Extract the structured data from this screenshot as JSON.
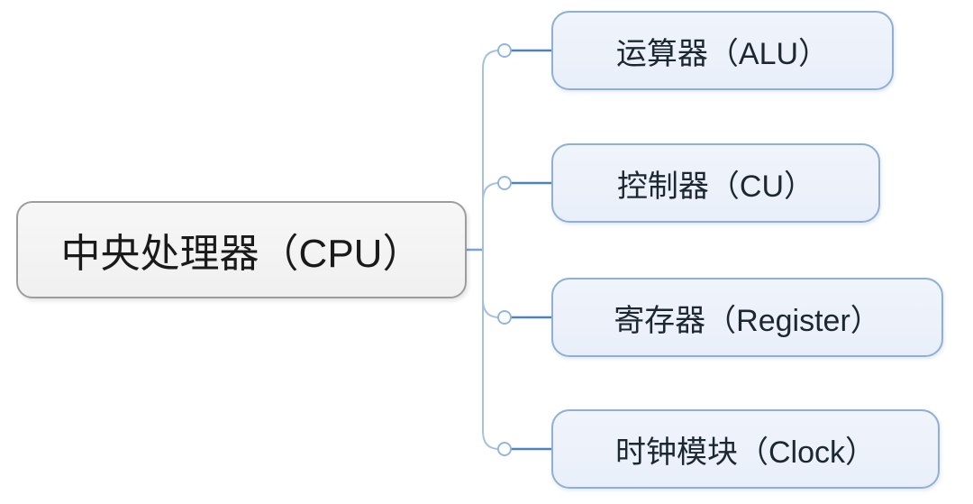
{
  "diagram": {
    "type": "mindmap",
    "root": {
      "label": "中央处理器（CPU）"
    },
    "children": [
      {
        "label": "运算器（ALU）"
      },
      {
        "label": "控制器（CU）"
      },
      {
        "label": "寄存器（Register）"
      },
      {
        "label": "时钟模块（Clock）"
      }
    ],
    "colors": {
      "background": "#ffffff",
      "root_fill": "#f3f3f3",
      "root_border": "#9d9d9d",
      "root_text": "#1a1a1a",
      "child_fill": "#ecf1fa",
      "child_border": "#8fafd4",
      "child_text": "#1c2730",
      "connector_light": "#a6c1e0",
      "connector_mid": "#7ca4d0",
      "connector_dark": "#4f81bd",
      "junction_dot_stroke": "#93b5de",
      "junction_dot_fill": "#ffffff"
    }
  }
}
